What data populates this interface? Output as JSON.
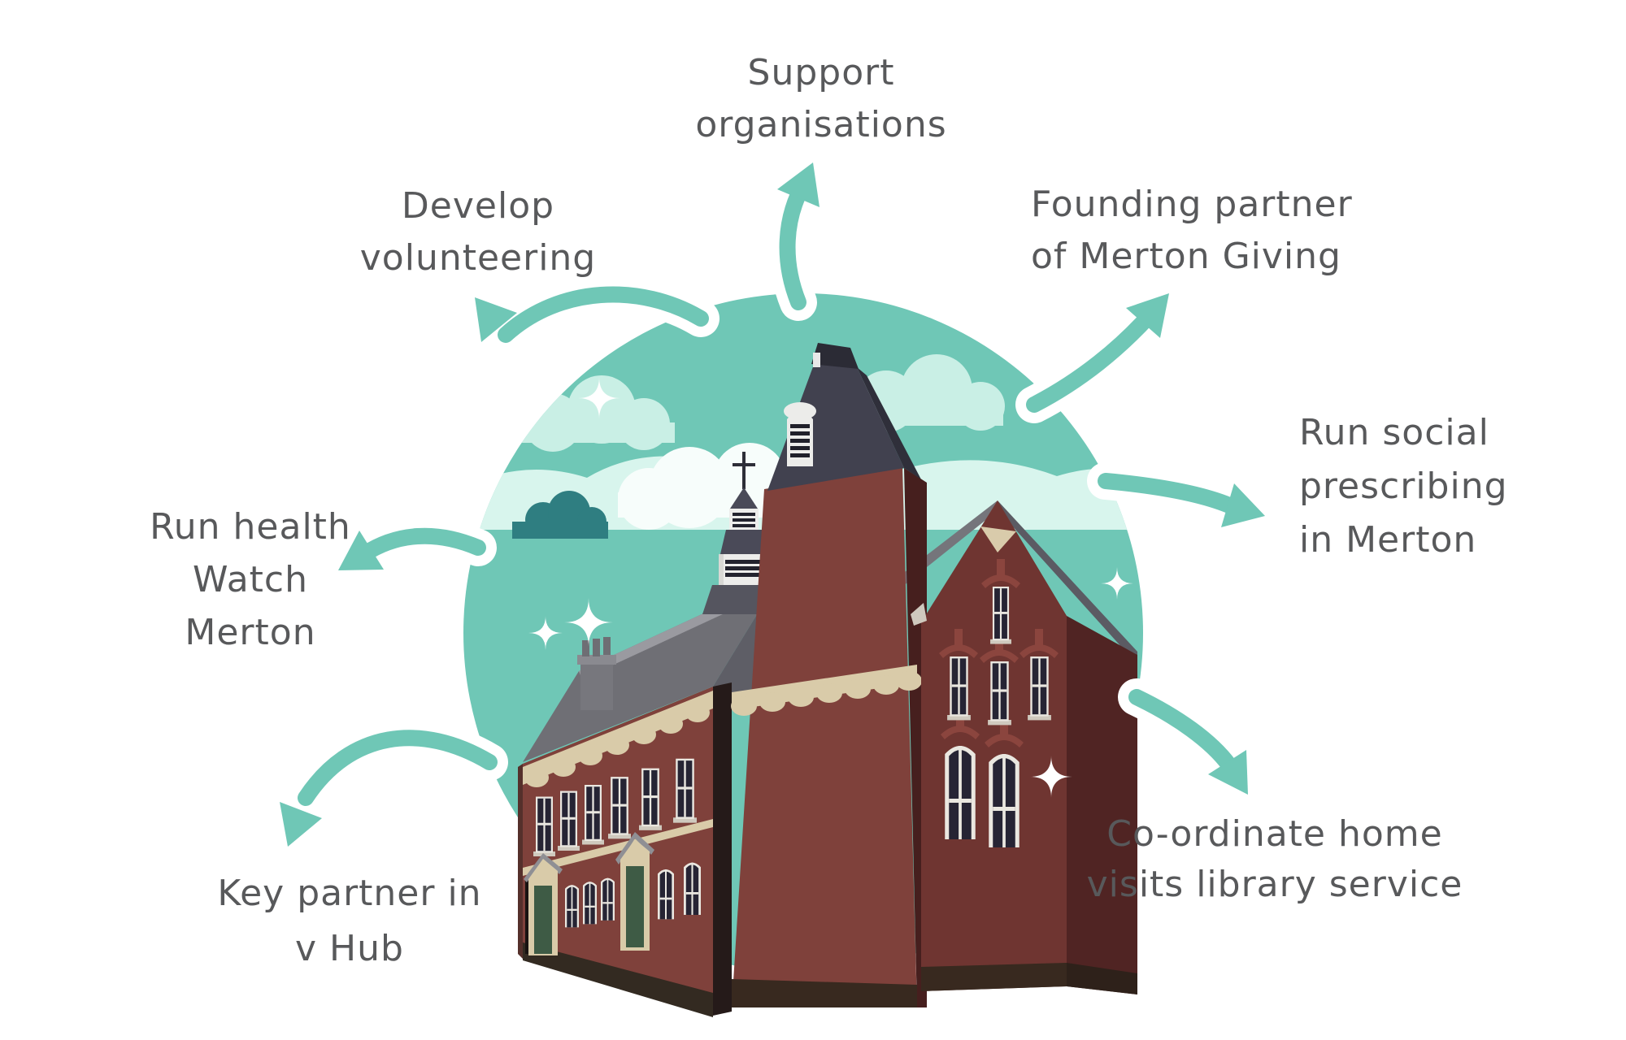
{
  "meta": {
    "type": "infographic-diagram",
    "background": "#FFFFFF"
  },
  "colors": {
    "teal_accent": "#6FC7B6",
    "mint_band": "#D8F5ED",
    "cloud_white": "#F7FDFB",
    "cloud_mint": "#C9EFE5",
    "island_dark_teal": "#2F7E81",
    "text_gray": "#58595B",
    "brick": "#7F413B",
    "brick_shadow": "#502423",
    "gable_maroon": "#6F3531",
    "spire_slate": "#41414F",
    "roof_gray": "#77777D",
    "trim_cream": "#D9CBA9",
    "door_green": "#3E5B45",
    "window_pane": "#262434"
  },
  "labels": {
    "support": {
      "lines": [
        "Support",
        "organisations"
      ]
    },
    "develop": {
      "lines": [
        "Develop",
        "volunteering"
      ]
    },
    "founding": {
      "lines": [
        "Founding partner",
        "of Merton Giving"
      ]
    },
    "social": {
      "lines": [
        "Run social",
        "prescribing",
        "in Merton"
      ]
    },
    "health": {
      "lines": [
        "Run health",
        "Watch",
        "Merton"
      ]
    },
    "key_partner": {
      "lines": [
        "Key partner in",
        "v Hub"
      ]
    },
    "coordinate": {
      "lines": [
        "Co-ordinate home",
        "visits library service"
      ]
    }
  },
  "illustration": {
    "name": "red-brick-hall-in-teal-circle",
    "elements": [
      "teal-circle-sky",
      "clouds",
      "sparkles",
      "island-silhouette",
      "brick-hall",
      "clock-tower-spire",
      "steeple-with-cross",
      "gabled-wing"
    ]
  }
}
